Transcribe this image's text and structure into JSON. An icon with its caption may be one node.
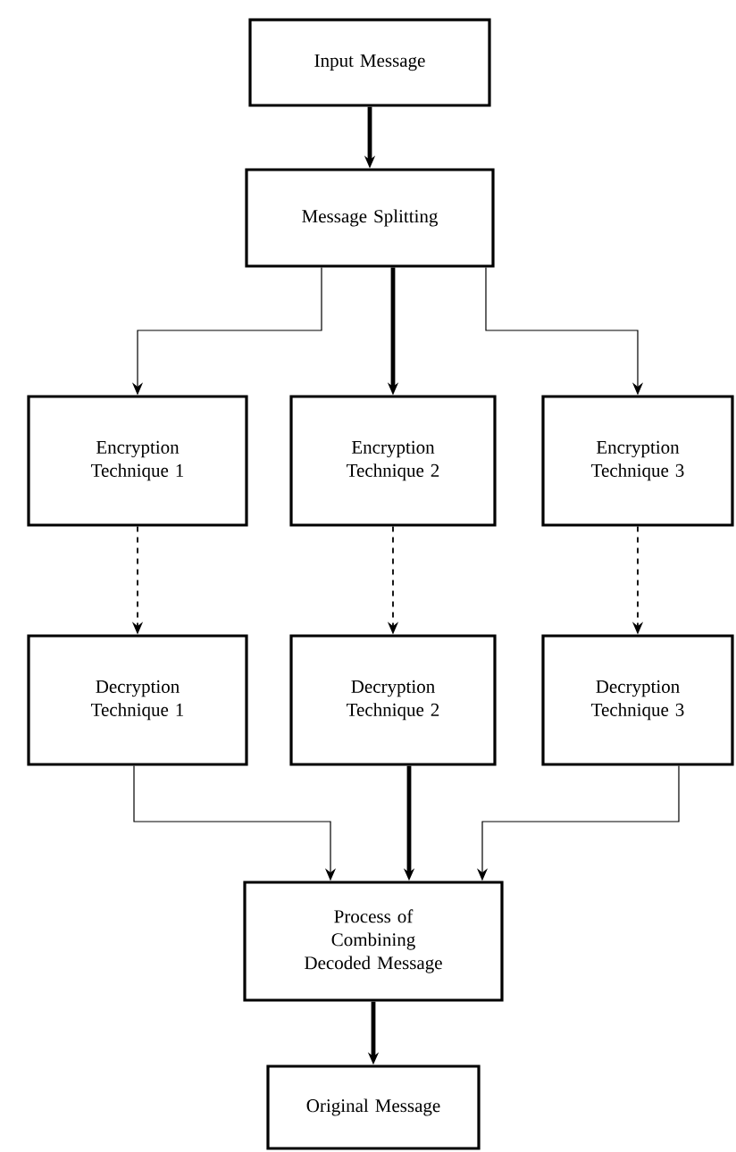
{
  "diagram": {
    "nodes": [
      {
        "text": [
          "Input Message"
        ]
      },
      {
        "text": [
          "Message Splitting"
        ]
      },
      {
        "text": [
          "Encryption Technique 1"
        ]
      },
      {
        "text": [
          "Encryption Technique 2"
        ]
      },
      {
        "text": [
          "Encryption Technique 3"
        ]
      },
      {
        "text": [
          "Decryption Technique 1"
        ]
      },
      {
        "text": [
          "Decryption Technique 2"
        ]
      },
      {
        "text": [
          "Decryption Technique 3"
        ]
      },
      {
        "text": [
          "Process of Combining Decoded Message"
        ]
      },
      {
        "text": [
          "Original Message"
        ]
      }
    ],
    "edges": [
      {
        "from": 0,
        "to": 1,
        "arrow": "to",
        "style": "thick"
      },
      {
        "from": 1,
        "to": 2,
        "arrow": "to"
      },
      {
        "from": 1,
        "to": 3,
        "arrow": "to",
        "style": "thick"
      },
      {
        "from": 1,
        "to": 4,
        "arrow": "to"
      },
      {
        "from": 2,
        "to": 5,
        "arrow": "to",
        "style": "dashed"
      },
      {
        "from": 3,
        "to": 6,
        "arrow": "to",
        "style": "dashed"
      },
      {
        "from": 4,
        "to": 7,
        "arrow": "to",
        "style": "dashed"
      },
      {
        "from": 5,
        "to": 8,
        "arrow": "to"
      },
      {
        "from": 6,
        "to": 8,
        "arrow": "to",
        "style": "thick"
      },
      {
        "from": 7,
        "to": 8,
        "arrow": "to"
      },
      {
        "from": 8,
        "to": 9,
        "arrow": "to",
        "style": "thick"
      }
    ]
  }
}
